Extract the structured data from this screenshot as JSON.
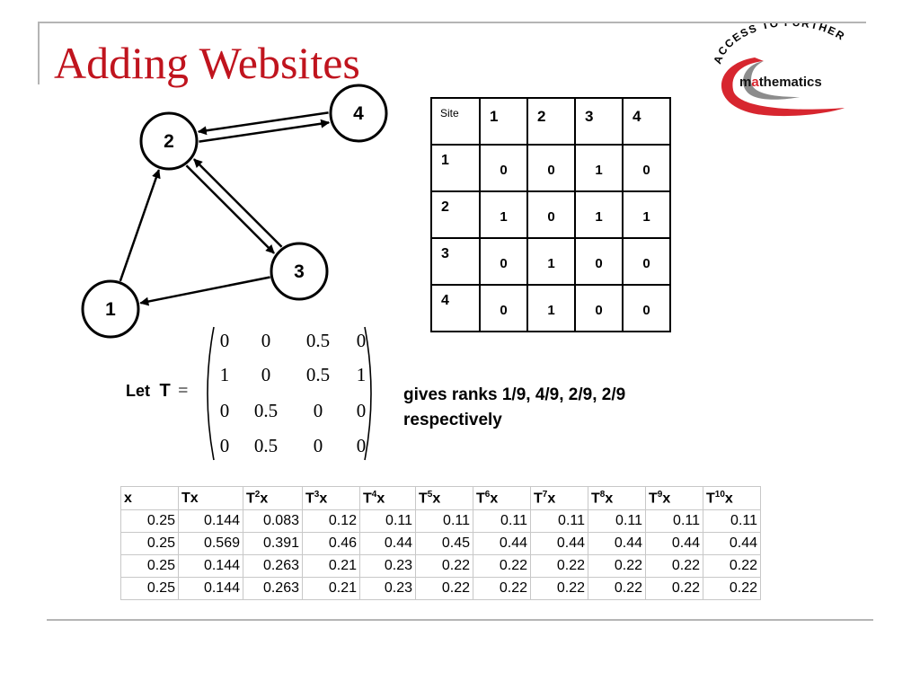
{
  "slide": {
    "title": "Adding Websites",
    "title_color": "#c0141e",
    "frame_color": "#b5b5b5"
  },
  "logo": {
    "arc_text": "ACCESS TO FURTHER",
    "word_prefix": "m",
    "word_highlight": "a",
    "word_suffix": "thematics",
    "colors": {
      "red": "#d7262f",
      "grey": "#8c8c8c"
    }
  },
  "graph": {
    "nodes": [
      {
        "id": "1",
        "label": "1"
      },
      {
        "id": "2",
        "label": "2"
      },
      {
        "id": "3",
        "label": "3"
      },
      {
        "id": "4",
        "label": "4"
      }
    ],
    "edges": [
      {
        "from": "1",
        "to": "2"
      },
      {
        "from": "3",
        "to": "1"
      },
      {
        "from": "2",
        "to": "3"
      },
      {
        "from": "3",
        "to": "2"
      },
      {
        "from": "2",
        "to": "4"
      },
      {
        "from": "4",
        "to": "2"
      }
    ]
  },
  "link_table": {
    "corner": "Site",
    "columns": [
      "1",
      "2",
      "3",
      "4"
    ],
    "rows": [
      {
        "label": "1",
        "values": [
          "0",
          "0",
          "1",
          "0"
        ]
      },
      {
        "label": "2",
        "values": [
          "1",
          "0",
          "1",
          "1"
        ]
      },
      {
        "label": "3",
        "values": [
          "0",
          "1",
          "0",
          "0"
        ]
      },
      {
        "label": "4",
        "values": [
          "0",
          "1",
          "0",
          "0"
        ]
      }
    ]
  },
  "matrix": {
    "let_text": "Let",
    "symbol": "T",
    "equals": "=",
    "rows": [
      [
        "0",
        "0",
        "0.5",
        "0"
      ],
      [
        "1",
        "0",
        "0.5",
        "1"
      ],
      [
        "0",
        "0.5",
        "0",
        "0"
      ],
      [
        "0",
        "0.5",
        "0",
        "0"
      ]
    ]
  },
  "ranks_text": {
    "line1": "gives ranks 1/9, 4/9, 2/9, 2/9",
    "line2": "respectively"
  },
  "iteration_table": {
    "headers": [
      {
        "base": "x",
        "sup": "",
        "tail": ""
      },
      {
        "base": "Tx",
        "sup": "",
        "tail": ""
      },
      {
        "base": "T",
        "sup": "2",
        "tail": "x"
      },
      {
        "base": "T",
        "sup": "3",
        "tail": "x"
      },
      {
        "base": "T",
        "sup": "4",
        "tail": "x"
      },
      {
        "base": "T",
        "sup": "5",
        "tail": "x"
      },
      {
        "base": "T",
        "sup": "6",
        "tail": "x"
      },
      {
        "base": "T",
        "sup": "7",
        "tail": "x"
      },
      {
        "base": "T",
        "sup": "8",
        "tail": "x"
      },
      {
        "base": "T",
        "sup": "9",
        "tail": "x"
      },
      {
        "base": "T",
        "sup": "10",
        "tail": "x"
      }
    ],
    "rows": [
      [
        "0.25",
        "0.144",
        "0.083",
        "0.12",
        "0.11",
        "0.11",
        "0.11",
        "0.11",
        "0.11",
        "0.11",
        "0.11"
      ],
      [
        "0.25",
        "0.569",
        "0.391",
        "0.46",
        "0.44",
        "0.45",
        "0.44",
        "0.44",
        "0.44",
        "0.44",
        "0.44"
      ],
      [
        "0.25",
        "0.144",
        "0.263",
        "0.21",
        "0.23",
        "0.22",
        "0.22",
        "0.22",
        "0.22",
        "0.22",
        "0.22"
      ],
      [
        "0.25",
        "0.144",
        "0.263",
        "0.21",
        "0.23",
        "0.22",
        "0.22",
        "0.22",
        "0.22",
        "0.22",
        "0.22"
      ]
    ]
  }
}
